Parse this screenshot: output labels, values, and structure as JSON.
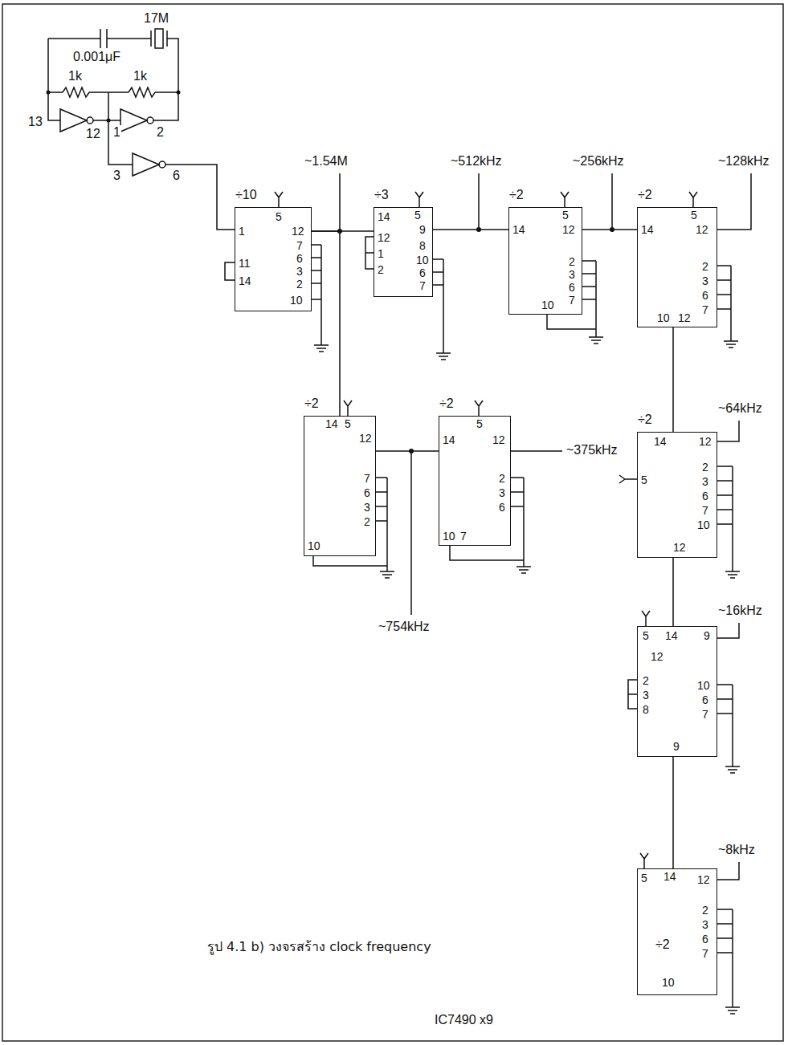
{
  "diagram": {
    "caption": "รูป 4.1 b) วงจรสร้าง clock frequency",
    "nodes": [
      {
        "text": [
          "÷10",
          "5",
          "12",
          "1",
          "11",
          "14",
          "7",
          "6",
          "3",
          "2",
          "10"
        ]
      },
      {
        "text": [
          "÷3",
          "14",
          "5",
          "9",
          "12",
          "1",
          "2",
          "8",
          "10",
          "6",
          "7"
        ]
      },
      {
        "text": [
          "÷2",
          "5",
          "14",
          "12",
          "2",
          "3",
          "6",
          "7",
          "10"
        ]
      },
      {
        "text": [
          "÷2",
          "5",
          "14",
          "12",
          "2",
          "3",
          "6",
          "7",
          "10",
          "12"
        ]
      },
      {
        "text": [
          "÷2",
          "14",
          "5",
          "12",
          "7",
          "6",
          "3",
          "2",
          "10"
        ]
      },
      {
        "text": [
          "÷2",
          "5",
          "14",
          "12",
          "2",
          "3",
          "6",
          "10",
          "7"
        ]
      },
      {
        "text": [
          "÷2",
          "14",
          "12",
          "5",
          "2",
          "3",
          "6",
          "7",
          "10",
          "12"
        ]
      },
      {
        "text": [
          "5",
          "14",
          "9",
          "12",
          "2",
          "3",
          "8",
          "10",
          "6",
          "7",
          "9"
        ]
      },
      {
        "text": [
          "5",
          "14",
          "12",
          "÷2",
          "2",
          "3",
          "6",
          "7",
          "10"
        ]
      }
    ],
    "edges": [
      {
        "from": 0,
        "to": 1,
        "arrow": "none"
      },
      {
        "from": 0,
        "to": 4,
        "arrow": "none"
      },
      {
        "from": 1,
        "to": 2,
        "arrow": "none"
      },
      {
        "from": 2,
        "to": 3,
        "arrow": "none"
      },
      {
        "from": 3,
        "to": 6,
        "arrow": "none"
      },
      {
        "from": 6,
        "to": 7,
        "arrow": "none"
      },
      {
        "from": 7,
        "to": 8,
        "arrow": "none"
      },
      {
        "from": 4,
        "to": 5,
        "arrow": "none"
      }
    ],
    "labels": [
      "17M",
      "0.001μF",
      "1k",
      "1k",
      "13",
      "12",
      "1",
      "2",
      "3",
      "6",
      "~1.54M",
      "~512kHz",
      "~256kHz",
      "~128kHz",
      "~375kHz",
      "~754kHz",
      "~64kHz",
      "~16kHz",
      "~8kHz",
      "IC7490 x9"
    ]
  }
}
